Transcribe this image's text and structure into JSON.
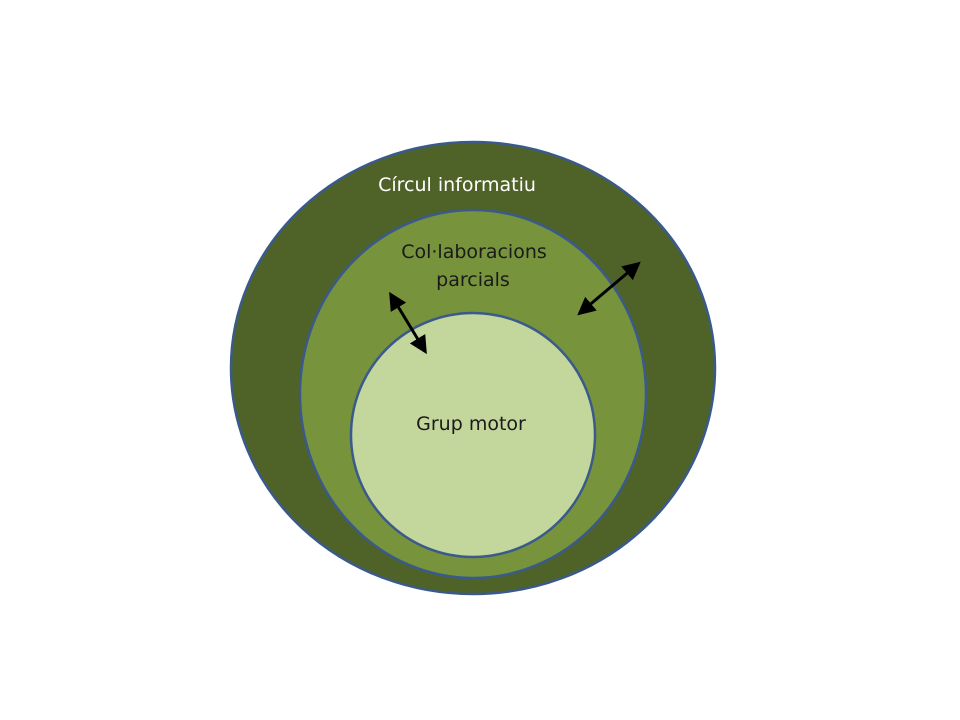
{
  "diagram": {
    "circles": {
      "outer": {
        "label": "Círcul informatiu",
        "fill": "#4f6228",
        "stroke": "#3a5a8c"
      },
      "middle": {
        "label_line1": "Col·laboracions",
        "label_line2": "parcials",
        "fill": "#77933c",
        "stroke": "#3a5a8c"
      },
      "inner": {
        "label": "Grup motor",
        "fill": "#c3d69b",
        "stroke": "#3a5a8c"
      }
    },
    "arrows": [
      {
        "name": "inner-middle-arrow",
        "meaning": "bidirectional",
        "color": "#000000"
      },
      {
        "name": "middle-outer-arrow",
        "meaning": "bidirectional",
        "color": "#000000"
      }
    ]
  }
}
